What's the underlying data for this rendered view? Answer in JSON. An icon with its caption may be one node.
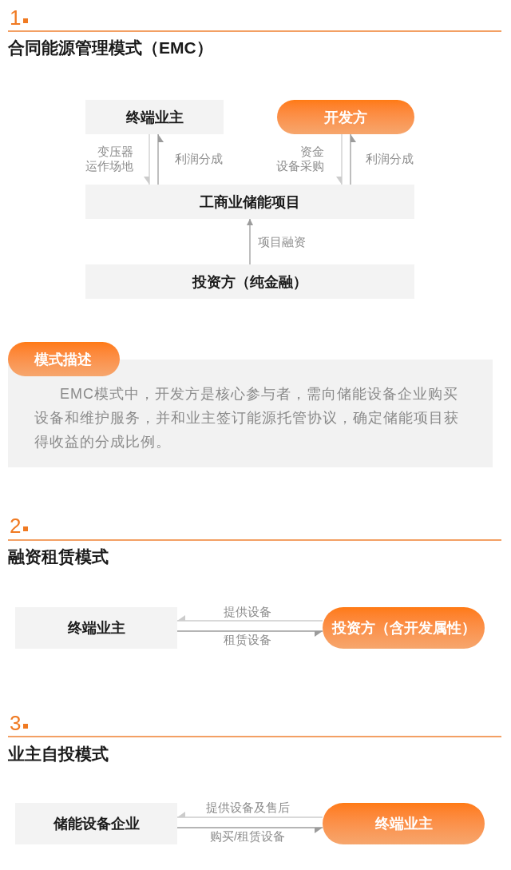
{
  "diagram": {
    "nodes": [
      {
        "text": [
          "终端业主"
        ]
      },
      {
        "text": [
          "开发方"
        ]
      },
      {
        "text": [
          "工商业储能项目"
        ]
      },
      {
        "text": [
          "投资方（纯金融）"
        ]
      },
      {
        "text": [
          "模式描述"
        ]
      },
      {
        "text": [
          "EMC模式中，开发方是核心参与者，需向储能设备企业购买设备和维护服务，并和业主签订能源托管协议，确定储能项目获得收益的分成比例。"
        ]
      },
      {
        "text": [
          "终端业主"
        ]
      },
      {
        "text": [
          "投资方（含开发属性）"
        ]
      },
      {
        "text": [
          "储能设备企业"
        ]
      },
      {
        "text": [
          "终端业主"
        ]
      }
    ],
    "edges": [
      {
        "from": 0,
        "to": 2,
        "arrow": "to",
        "label": "变压器运作场地",
        "color": "#cccccc"
      },
      {
        "from": 2,
        "to": 0,
        "arrow": "to",
        "label": "利润分成"
      },
      {
        "from": 1,
        "to": 2,
        "arrow": "to",
        "label": "资金设备采购",
        "color": "#cccccc"
      },
      {
        "from": 2,
        "to": 1,
        "arrow": "to",
        "label": "利润分成"
      },
      {
        "from": 3,
        "to": 2,
        "arrow": "to",
        "label": "项目融资"
      },
      {
        "from": 7,
        "to": 6,
        "arrow": "to",
        "label": "提供设备",
        "color": "#cccccc"
      },
      {
        "from": 6,
        "to": 7,
        "arrow": "to",
        "label": "租赁设备"
      },
      {
        "from": 9,
        "to": 8,
        "arrow": "to",
        "label": "提供设备及售后",
        "color": "#cccccc"
      },
      {
        "from": 8,
        "to": 9,
        "arrow": "to",
        "label": "购买/租赁设备"
      }
    ],
    "labels": [
      "1",
      "合同能源管理模式（EMC）",
      "2",
      "融资租赁模式",
      "3",
      "业主自投模式"
    ]
  }
}
